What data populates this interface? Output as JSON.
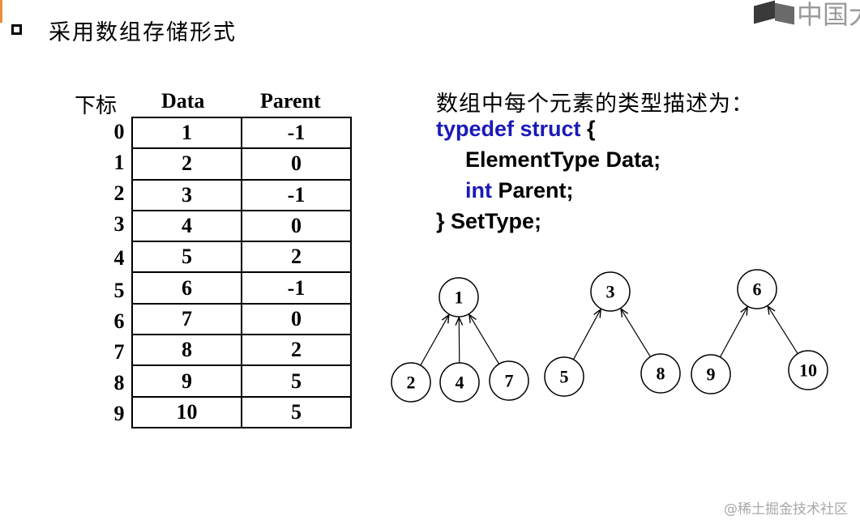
{
  "header": {
    "title": "采用数组存储形式",
    "logo_text": "中国大"
  },
  "table": {
    "index_header": "下标",
    "col_headers": [
      "Data",
      "Parent"
    ],
    "rows": [
      {
        "index": "0",
        "data": "1",
        "parent": "-1"
      },
      {
        "index": "1",
        "data": "2",
        "parent": "0"
      },
      {
        "index": "2",
        "data": "3",
        "parent": "-1"
      },
      {
        "index": "3",
        "data": "4",
        "parent": "0"
      },
      {
        "index": "4",
        "data": "5",
        "parent": "2"
      },
      {
        "index": "5",
        "data": "6",
        "parent": "-1"
      },
      {
        "index": "6",
        "data": "7",
        "parent": "0"
      },
      {
        "index": "7",
        "data": "8",
        "parent": "2"
      },
      {
        "index": "8",
        "data": "9",
        "parent": "5"
      },
      {
        "index": "9",
        "data": "10",
        "parent": "5"
      }
    ]
  },
  "description": "数组中每个元素的类型描述为：",
  "code": {
    "line1_kw": "typedef struct",
    "line1_rest": " {",
    "line2": "ElementType Data;",
    "line3_kw": "int",
    "line3_rest": " Parent;",
    "line4": "} SetType;"
  },
  "trees": [
    {
      "root": "1",
      "children": [
        "2",
        "4",
        "7"
      ]
    },
    {
      "root": "3",
      "children": [
        "5",
        "8"
      ]
    },
    {
      "root": "6",
      "children": [
        "9",
        "10"
      ]
    }
  ],
  "watermark": "@稀土掘金技术社区",
  "colors": {
    "keyword": "#1a1ab8",
    "accent": "#e8903a"
  }
}
